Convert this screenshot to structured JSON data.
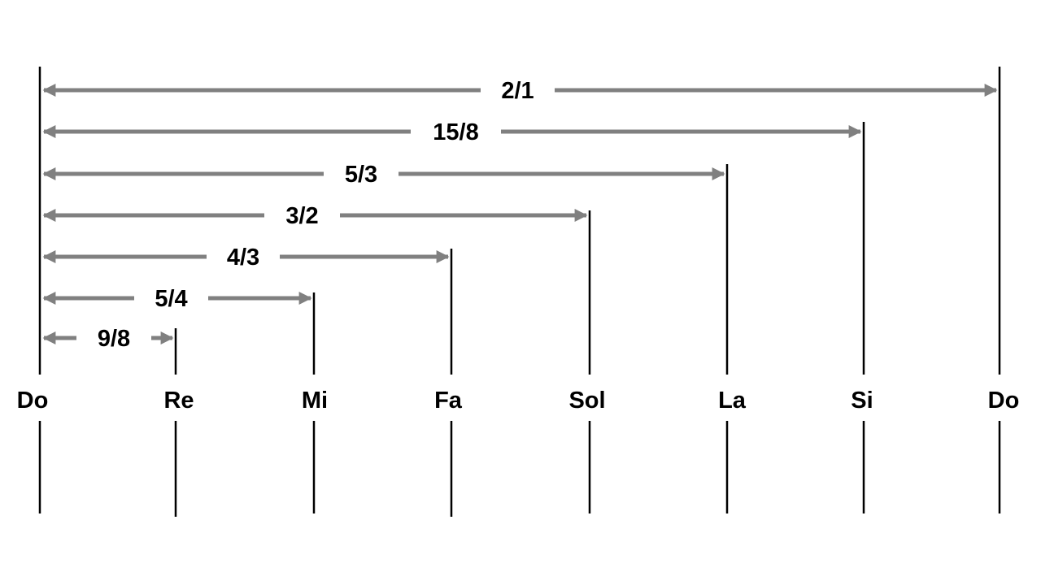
{
  "colors": {
    "line": "#000000",
    "arrow": "#808080",
    "text": "#000000"
  },
  "notes": [
    {
      "name": "Do",
      "ratio": 1
    },
    {
      "name": "Re",
      "ratio": 1.125
    },
    {
      "name": "Mi",
      "ratio": 1.25
    },
    {
      "name": "Fa",
      "ratio": 1.3333
    },
    {
      "name": "Sol",
      "ratio": 1.5
    },
    {
      "name": "La",
      "ratio": 1.6667
    },
    {
      "name": "Si",
      "ratio": 1.875
    },
    {
      "name": "Do",
      "ratio": 2
    }
  ],
  "intervals": [
    {
      "label": "2/1",
      "to_note": 7
    },
    {
      "label": "15/8",
      "to_note": 6
    },
    {
      "label": "5/3",
      "to_note": 5
    },
    {
      "label": "3/2",
      "to_note": 4
    },
    {
      "label": "4/3",
      "to_note": 3
    },
    {
      "label": "5/4",
      "to_note": 2
    },
    {
      "label": "9/8",
      "to_note": 1
    }
  ]
}
